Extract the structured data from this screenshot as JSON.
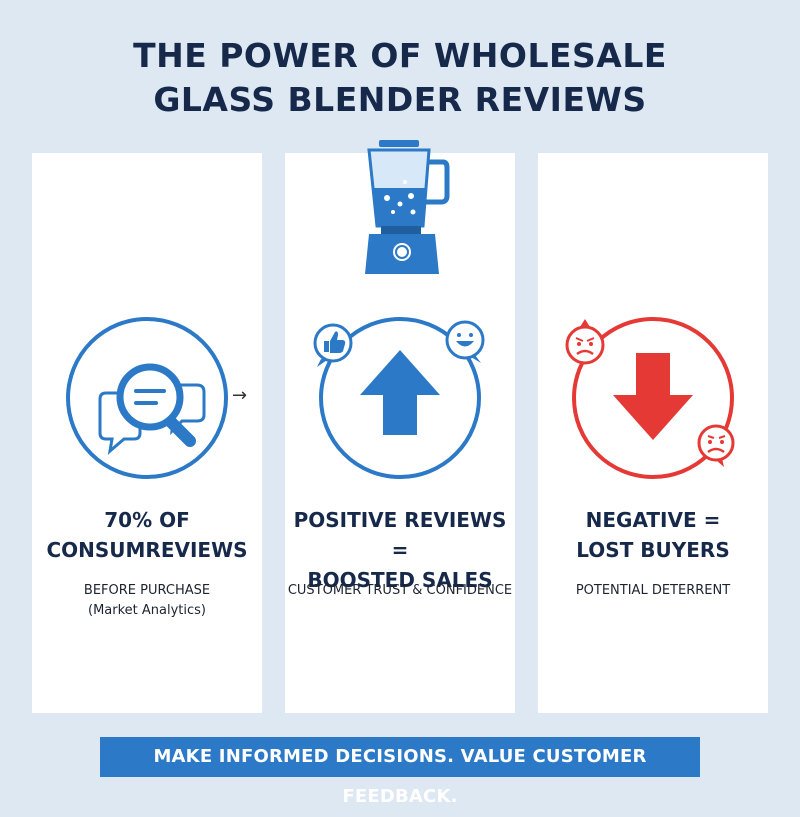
{
  "title": {
    "line1": "THE POWER OF WHOLESALE",
    "line2": "GLASS BLENDER REVIEWS"
  },
  "arrow_glyph": "→",
  "panels": [
    {
      "headline_line1": "70% OF",
      "headline_line2": "CONSUMREVIEWS",
      "sub_line1": "BEFORE PURCHASE",
      "sub_line2": "(Market Analytics)",
      "icon": "magnifier-chat-icon",
      "color": "#2b79c7"
    },
    {
      "headline_line1": "POSITIVE REVIEWS =",
      "headline_line2": "BOOSTED SALES",
      "sub_line1": "CUSTOMER TRUST & CONFIDENCE",
      "sub_line2": "",
      "icon": "arrow-up-icon",
      "color": "#2b79c7"
    },
    {
      "headline_line1": "NEGATIVE =",
      "headline_line2": "LOST BUYERS",
      "sub_line1": "POTENTIAL DETERRENT",
      "sub_line2": "",
      "icon": "arrow-down-icon",
      "color": "#e53935"
    }
  ],
  "footer": {
    "text": "MAKE INFORMED DECISIONS. VALUE CUSTOMER FEEDBACK."
  },
  "colors": {
    "blue": "#2b79c7",
    "red": "#e53935",
    "navy": "#17294a",
    "background": "#dde8f3"
  }
}
